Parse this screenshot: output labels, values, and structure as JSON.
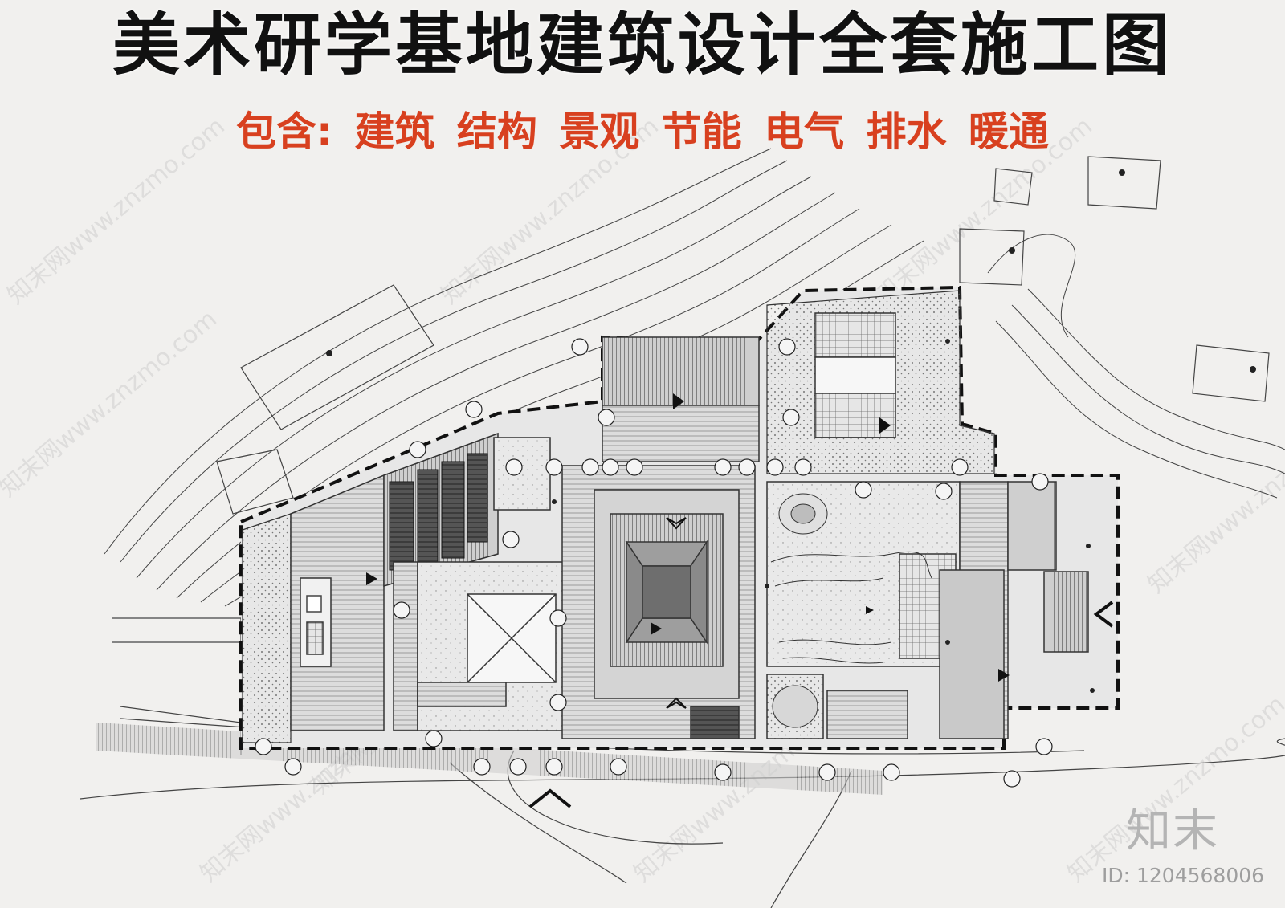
{
  "title": "美术研学基地建筑设计全套施工图",
  "subtitle": "包含: 建筑 结构 景观 节能 电气 排水 暖通",
  "watermark": {
    "brand": "知末",
    "image_id": "ID: 1204568006",
    "repeat_text": "知末网www.znzmo.com"
  },
  "colors": {
    "title": "#111111",
    "subtitle": "#d8401f",
    "background": "#f1f0ee",
    "line": "#3a3a3a",
    "watermark": "#b4b4b4"
  }
}
